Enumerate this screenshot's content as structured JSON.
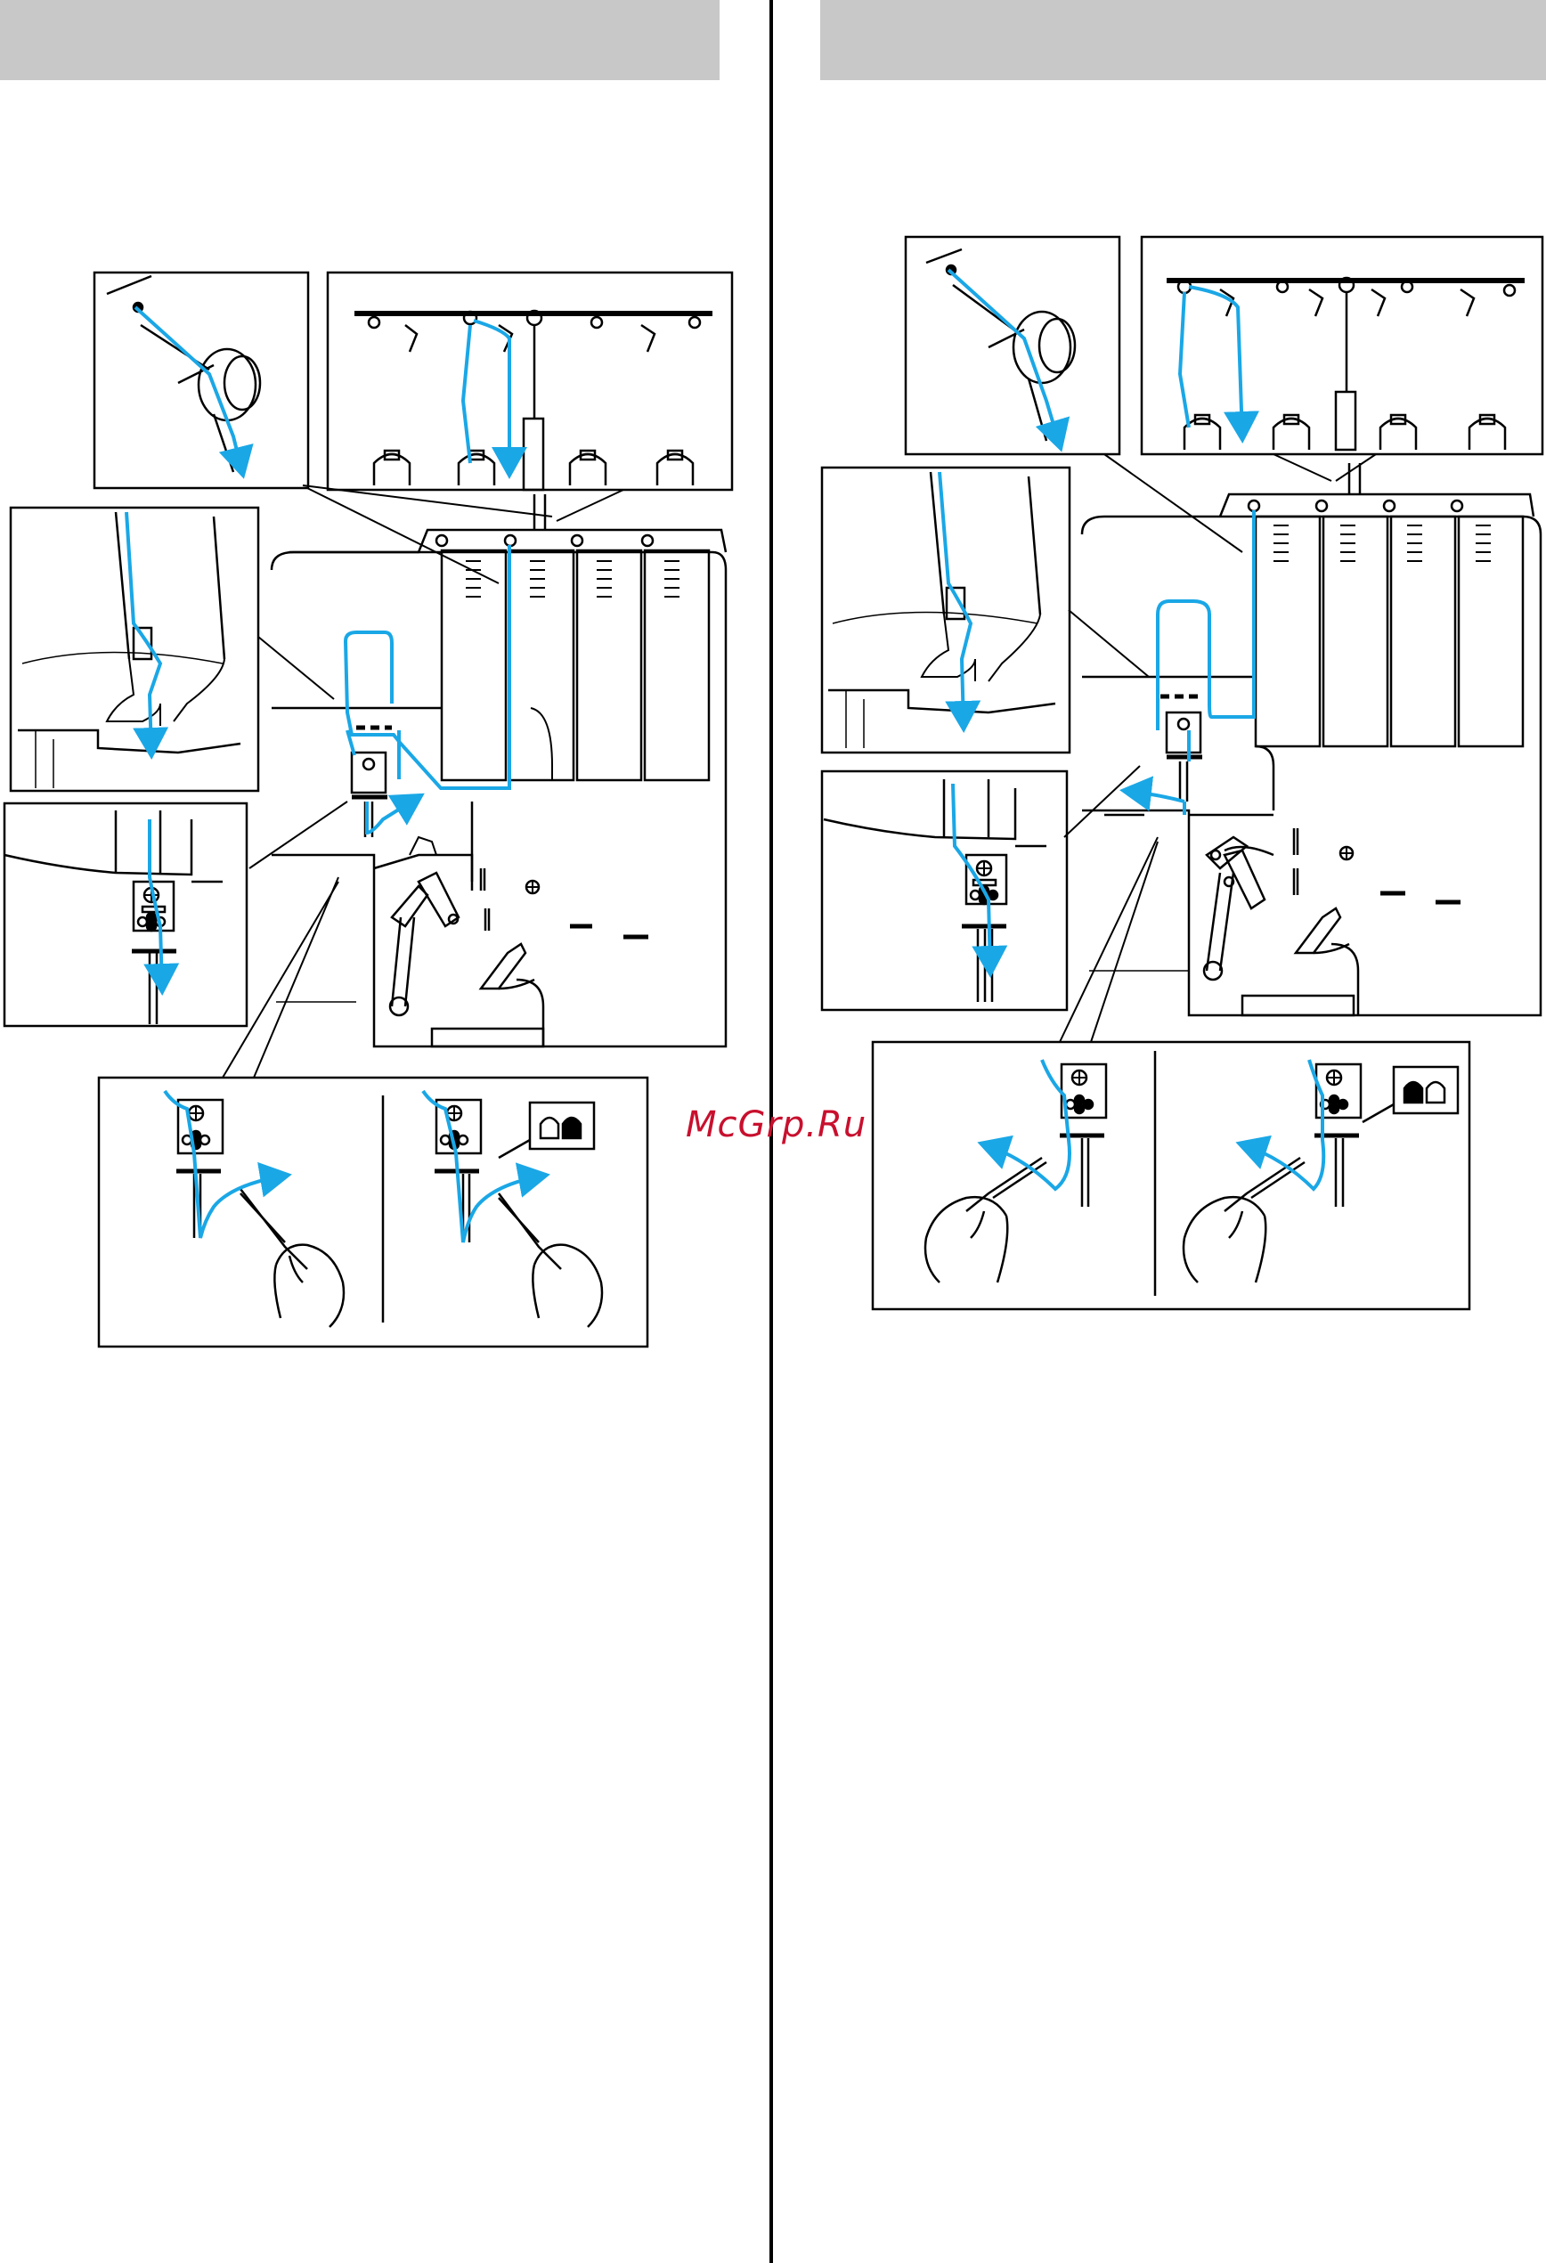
{
  "watermark": {
    "text": "McGrp.Ru",
    "color": "#c8102e"
  },
  "colors": {
    "thread": "#1aa7e6",
    "line": "#000000",
    "header": "#c8c8c8",
    "background": "#ffffff"
  },
  "left_section": {
    "header_text": "",
    "illustration": "serger-threading-left-needle"
  },
  "right_section": {
    "header_text": "",
    "illustration": "serger-threading-right-needle"
  }
}
